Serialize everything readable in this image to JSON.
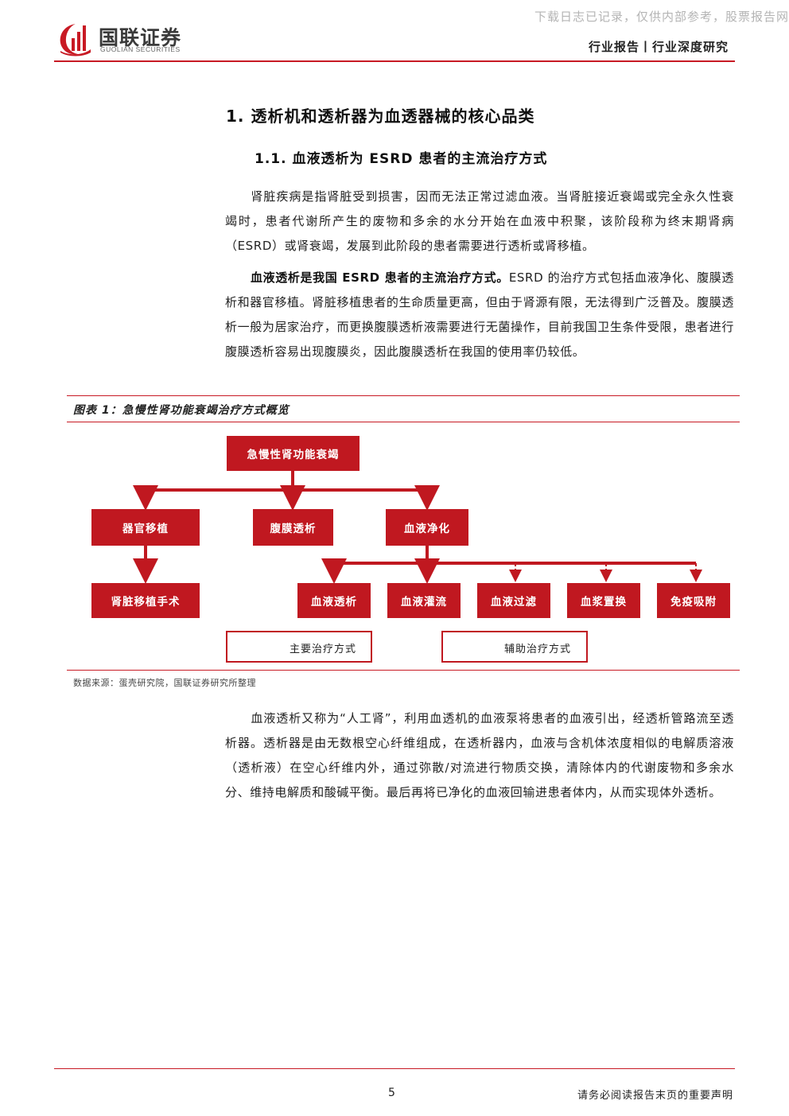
{
  "watermark": "下载日志已记录，仅供内部参考，股票报告网",
  "header": {
    "logo_cn": "国联证券",
    "logo_en": "GUOLIAN SECURITIES",
    "report_type": "行业报告丨行业深度研究"
  },
  "section": {
    "h1": "1.  透析机和透析器为血透器械的核心品类",
    "h2": "1.1.  血液透析为 ESRD 患者的主流治疗方式"
  },
  "paragraphs": {
    "p1": "肾脏疾病是指肾脏受到损害，因而无法正常过滤血液。当肾脏接近衰竭或完全永久性衰竭时，患者代谢所产生的废物和多余的水分开始在血液中积聚，该阶段称为终末期肾病（ESRD）或肾衰竭，发展到此阶段的患者需要进行透析或肾移植。",
    "p2_bold": "血液透析是我国 ESRD 患者的主流治疗方式。",
    "p2_rest": "ESRD 的治疗方式包括血液净化、腹膜透析和器官移植。肾脏移植患者的生命质量更高，但由于肾源有限，无法得到广泛普及。腹膜透析一般为居家治疗，而更换腹膜透析液需要进行无菌操作，目前我国卫生条件受限，患者进行腹膜透析容易出现腹膜炎，因此腹膜透析在我国的使用率仍较低。",
    "p3": "血液透析又称为“人工肾”，利用血透机的血液泵将患者的血液引出，经透析管路流至透析器。透析器是由无数根空心纤维组成，在透析器内，血液与含机体浓度相似的电解质溶液（透析液）在空心纤维内外，通过弥散/对流进行物质交换，清除体内的代谢废物和多余水分、维持电解质和酸碱平衡。最后再将已净化的血液回输进患者体内，从而实现体外透析。"
  },
  "figure": {
    "title": "图表 1：急慢性肾功能衰竭治疗方式概览",
    "source": "数据来源：蛋壳研究院，国联证券研究所整理",
    "root": "急慢性肾功能衰竭",
    "level2": [
      "器官移植",
      "腹膜透析",
      "血液净化"
    ],
    "transplant_child": "肾脏移植手术",
    "purification_children": [
      "血液透析",
      "血液灌流",
      "血液过滤",
      "血浆置换",
      "免疫吸附"
    ],
    "legend_main": "主要治疗方式",
    "legend_aux": "辅助治疗方式",
    "accent": "#c01820"
  },
  "footer": {
    "page": "5",
    "disclaimer": "请务必阅读报告末页的重要声明"
  }
}
